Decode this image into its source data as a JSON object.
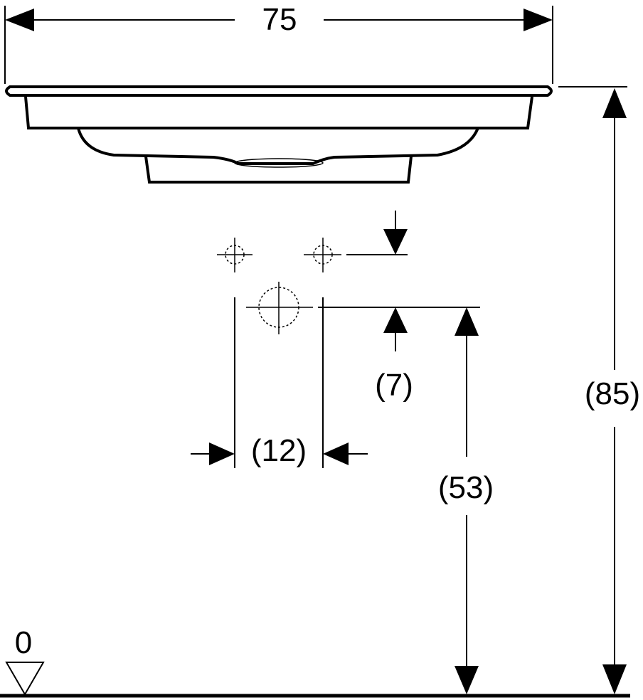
{
  "dimensions": {
    "width_label": "75",
    "total_height_label": "(85)",
    "drain_height_label": "(53)",
    "spacing_label": "(12)",
    "offset_label": "(7)",
    "floor_label": "0"
  }
}
